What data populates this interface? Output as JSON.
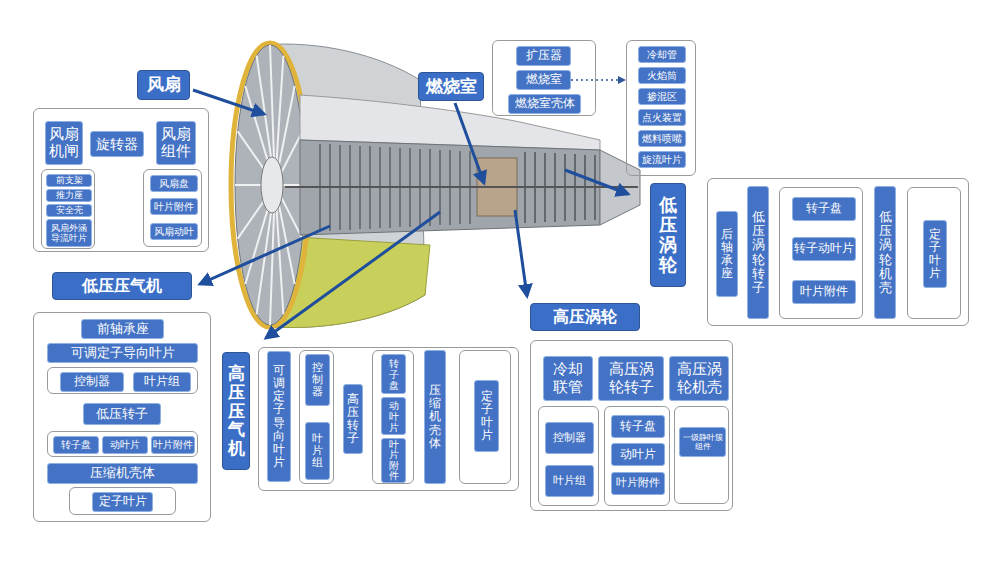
{
  "diagram": {
    "nodes": [
      {
        "text": [
          "风扇"
        ]
      },
      {
        "text": [
          "风扇 机闸"
        ],
        "in": 0
      },
      {
        "text": [
          "前支架"
        ],
        "in": 1
      },
      {
        "text": [
          "推力座"
        ],
        "in": 1
      },
      {
        "text": [
          "安全壳"
        ],
        "in": 1
      },
      {
        "text": [
          "风扇外涵 导流叶片"
        ],
        "in": 1
      },
      {
        "text": [
          "旋转器"
        ],
        "in": 0
      },
      {
        "text": [
          "风扇 组件"
        ],
        "in": 0
      },
      {
        "text": [
          "风扇盘"
        ],
        "in": 7
      },
      {
        "text": [
          "叶片附件"
        ],
        "in": 7
      },
      {
        "text": [
          "风扇动叶"
        ],
        "in": 7
      },
      {
        "text": [
          "燃烧室"
        ]
      },
      {
        "text": [
          "扩压器"
        ],
        "in": 11
      },
      {
        "text": [
          "燃烧室"
        ],
        "in": 11
      },
      {
        "text": [
          "燃烧室壳体"
        ],
        "in": 11
      },
      {
        "text": []
      },
      {
        "text": [
          "冷却管"
        ],
        "in": 15
      },
      {
        "text": [
          "火焰筒"
        ],
        "in": 15
      },
      {
        "text": [
          "掺混区"
        ],
        "in": 15
      },
      {
        "text": [
          "点火装置"
        ],
        "in": 15
      },
      {
        "text": [
          "燃料喷嘴"
        ],
        "in": 15
      },
      {
        "text": [
          "旋流叶片"
        ],
        "in": 15
      },
      {
        "text": [
          "低压涡轮"
        ]
      },
      {
        "text": [
          "后轴承座"
        ],
        "in": 22
      },
      {
        "text": [
          "低压涡轮转子"
        ],
        "in": 22
      },
      {
        "text": [
          "转子盘"
        ],
        "in": 24
      },
      {
        "text": [
          "转子动叶片"
        ],
        "in": 24
      },
      {
        "text": [
          "叶片附件"
        ],
        "in": 24
      },
      {
        "text": [
          "低压涡轮机壳"
        ],
        "in": 22
      },
      {
        "text": [
          "定子叶片"
        ],
        "in": 28
      },
      {
        "text": [
          "低压压气机"
        ]
      },
      {
        "text": [
          "前轴承座"
        ],
        "in": 30
      },
      {
        "text": [
          "可调定子导向叶片"
        ],
        "in": 30
      },
      {
        "text": [
          "控制器"
        ],
        "in": 32
      },
      {
        "text": [
          "叶片组"
        ],
        "in": 32
      },
      {
        "text": [
          "低压转子"
        ],
        "in": 30
      },
      {
        "text": [
          "转子盘"
        ],
        "in": 35
      },
      {
        "text": [
          "动叶片"
        ],
        "in": 35
      },
      {
        "text": [
          "叶片附件"
        ],
        "in": 35
      },
      {
        "text": [
          "压缩机壳体"
        ],
        "in": 30
      },
      {
        "text": [
          "定子叶片"
        ],
        "in": 39
      },
      {
        "text": [
          "高压压气机"
        ]
      },
      {
        "text": [
          "可调定子导向叶片"
        ],
        "in": 41
      },
      {
        "text": [
          "控制器"
        ],
        "in": 42
      },
      {
        "text": [
          "叶片组"
        ],
        "in": 42
      },
      {
        "text": [
          "高压转子"
        ],
        "in": 41
      },
      {
        "text": [
          "转子盘"
        ],
        "in": 45
      },
      {
        "text": [
          "动叶片"
        ],
        "in": 45
      },
      {
        "text": [
          "叶片附件"
        ],
        "in": 45
      },
      {
        "text": [
          "压缩机壳体"
        ],
        "in": 41
      },
      {
        "text": [
          "定子叶片"
        ],
        "in": 49
      },
      {
        "text": [
          "高压涡轮"
        ]
      },
      {
        "text": [
          "冷却 联管"
        ],
        "in": 51
      },
      {
        "text": [
          "控制器"
        ],
        "in": 52
      },
      {
        "text": [
          "叶片组"
        ],
        "in": 52
      },
      {
        "text": [
          "高压涡 轮转子"
        ],
        "in": 51
      },
      {
        "text": [
          "转子盘"
        ],
        "in": 55
      },
      {
        "text": [
          "动叶片"
        ],
        "in": 55
      },
      {
        "text": [
          "叶片附件"
        ],
        "in": 55
      },
      {
        "text": [
          "高压涡 轮机壳"
        ],
        "in": 51
      },
      {
        "text": [
          "一级静叶簇组件"
        ],
        "in": 59
      }
    ],
    "edges": [
      {
        "from": 13,
        "to": 15,
        "arrow": "to"
      }
    ]
  }
}
